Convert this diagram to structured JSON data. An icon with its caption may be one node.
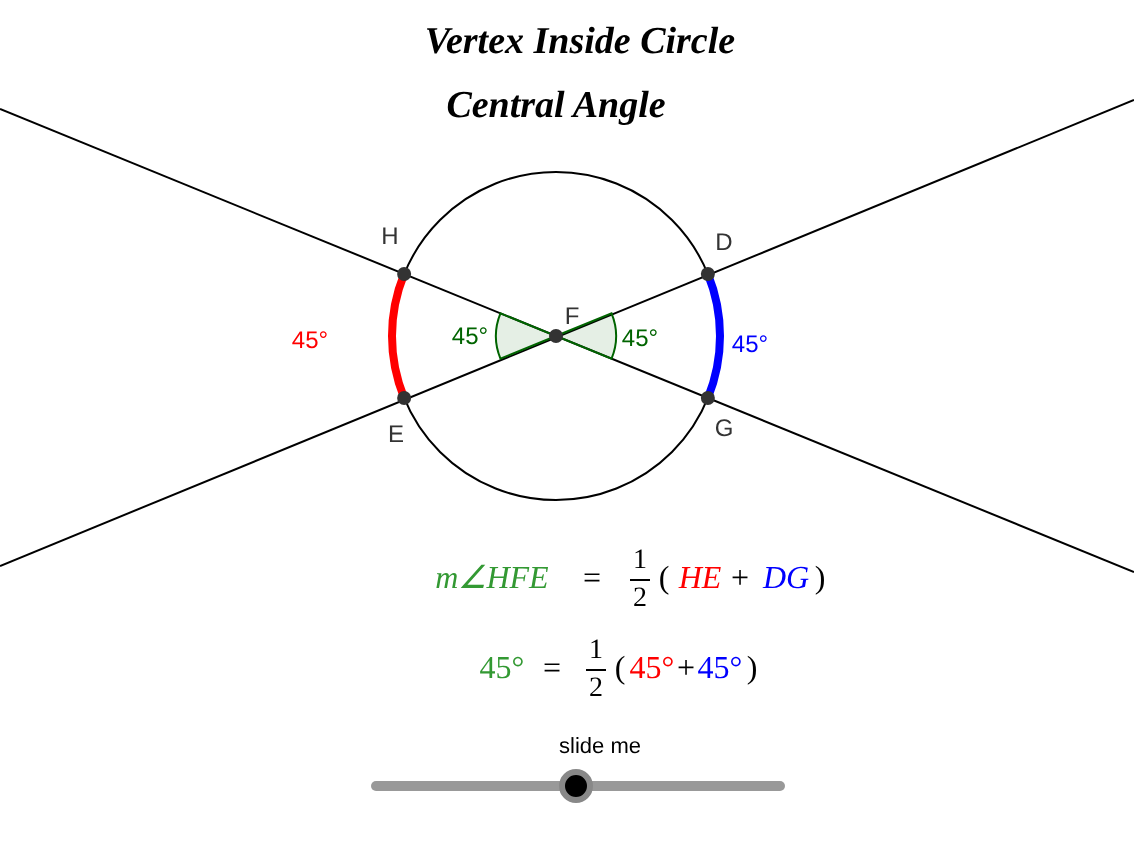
{
  "diagram": {
    "title": "Vertex Inside Circle",
    "labels": [
      "Central Angle",
      "H",
      "D",
      "F",
      "E",
      "G",
      "45°",
      "45°",
      "45°",
      "45°",
      "m∠HFE",
      "=",
      "1",
      "2",
      "(",
      "HE",
      "+",
      "DG",
      ")",
      "45°",
      "=",
      "1",
      "2",
      "(",
      "45°",
      "+",
      "45°",
      ")",
      "slide me"
    ]
  }
}
